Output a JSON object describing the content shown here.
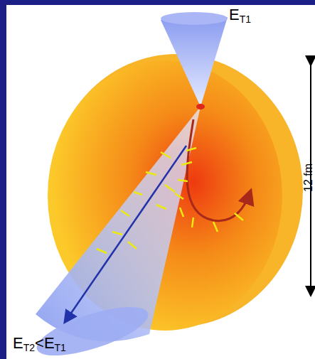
{
  "diagram": {
    "labels": [
      "E",
      "T1",
      "E",
      "T2",
      "<E",
      "T1",
      "12 fm"
    ]
  }
}
